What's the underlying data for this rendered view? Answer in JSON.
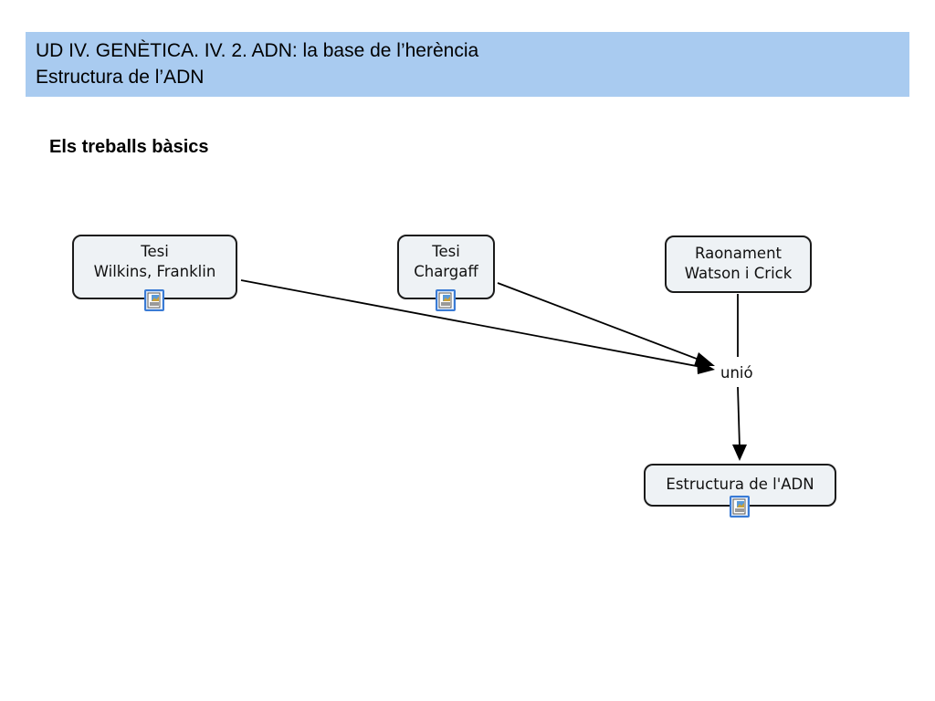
{
  "header": {
    "title_line1": "UD IV. GENÈTICA. IV. 2. ADN: la base de l’herència",
    "title_line2": "Estructura de l’ADN",
    "background_color": "#a9cbf0"
  },
  "subheading": "Els treballs bàsics",
  "concept_map": {
    "nodes": {
      "wilkins_franklin": {
        "line1": "Tesi",
        "line2": "Wilkins, Franklin",
        "has_resource_icon": true
      },
      "chargaff": {
        "line1": "Tesi",
        "line2": "Chargaff",
        "has_resource_icon": true
      },
      "watson_crick": {
        "line1": "Raonament",
        "line2": "Watson i Crick",
        "has_resource_icon": false
      },
      "estructura": {
        "line1": "Estructura de l'ADN",
        "has_resource_icon": true
      }
    },
    "linking_phrase": "unió",
    "connections": [
      {
        "from": "Tesi Wilkins, Franklin",
        "to": "unió",
        "arrow": true
      },
      {
        "from": "Tesi Chargaff",
        "to": "unió",
        "arrow": true
      },
      {
        "from": "Raonament Watson i Crick",
        "to": "unió",
        "arrow": false
      },
      {
        "from": "unió",
        "to": "Estructura de l'ADN",
        "arrow": true
      }
    ],
    "resource_icon": "document-image-icon",
    "node_fill": "#eef2f5",
    "icon_color": "#3a7bd5"
  }
}
